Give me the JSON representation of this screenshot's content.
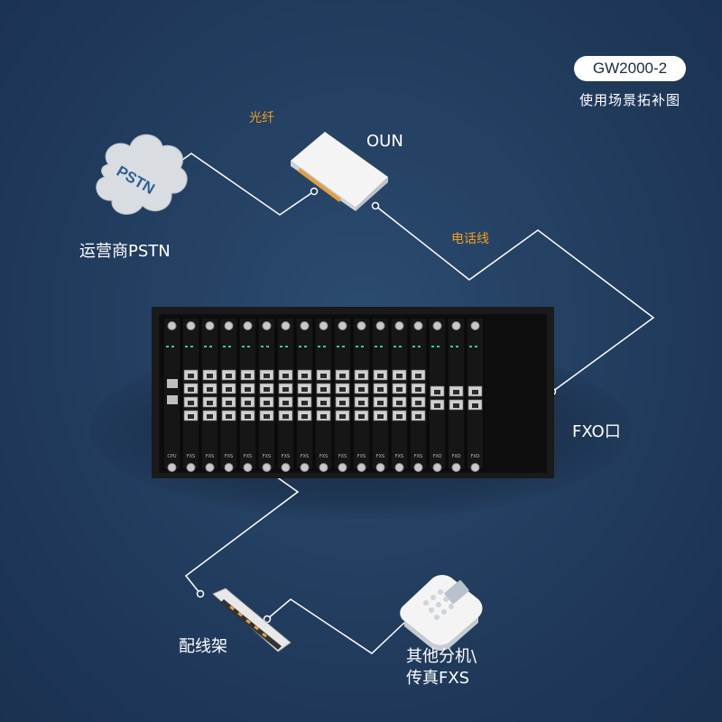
{
  "header": {
    "model": "GW2000-2",
    "caption": "使用场景拓补图"
  },
  "nodes": {
    "pstn_cloud_text": "PSTN",
    "pstn_label": "运营商PSTN",
    "oun_label": "OUN",
    "fxo_label": "FXO口",
    "patch_panel_label": "配线架",
    "phone_label_line1": "其他分机\\",
    "phone_label_line2": "传真FXS"
  },
  "links": {
    "fiber_label": "光纤",
    "phone_line_label": "电话线"
  },
  "chassis": {
    "first_card": "CPU",
    "cards": [
      "FXS",
      "FXS",
      "FXS",
      "FXS",
      "FXS",
      "FXS",
      "FXS",
      "FXS",
      "FXS",
      "FXS",
      "FXS",
      "FXS",
      "FXS",
      "FXO",
      "FXO",
      "FXO"
    ]
  },
  "colors": {
    "background": "#203a5a",
    "accent_orange": "#f0a020",
    "line": "#ffffff",
    "chassis": "#121212"
  }
}
